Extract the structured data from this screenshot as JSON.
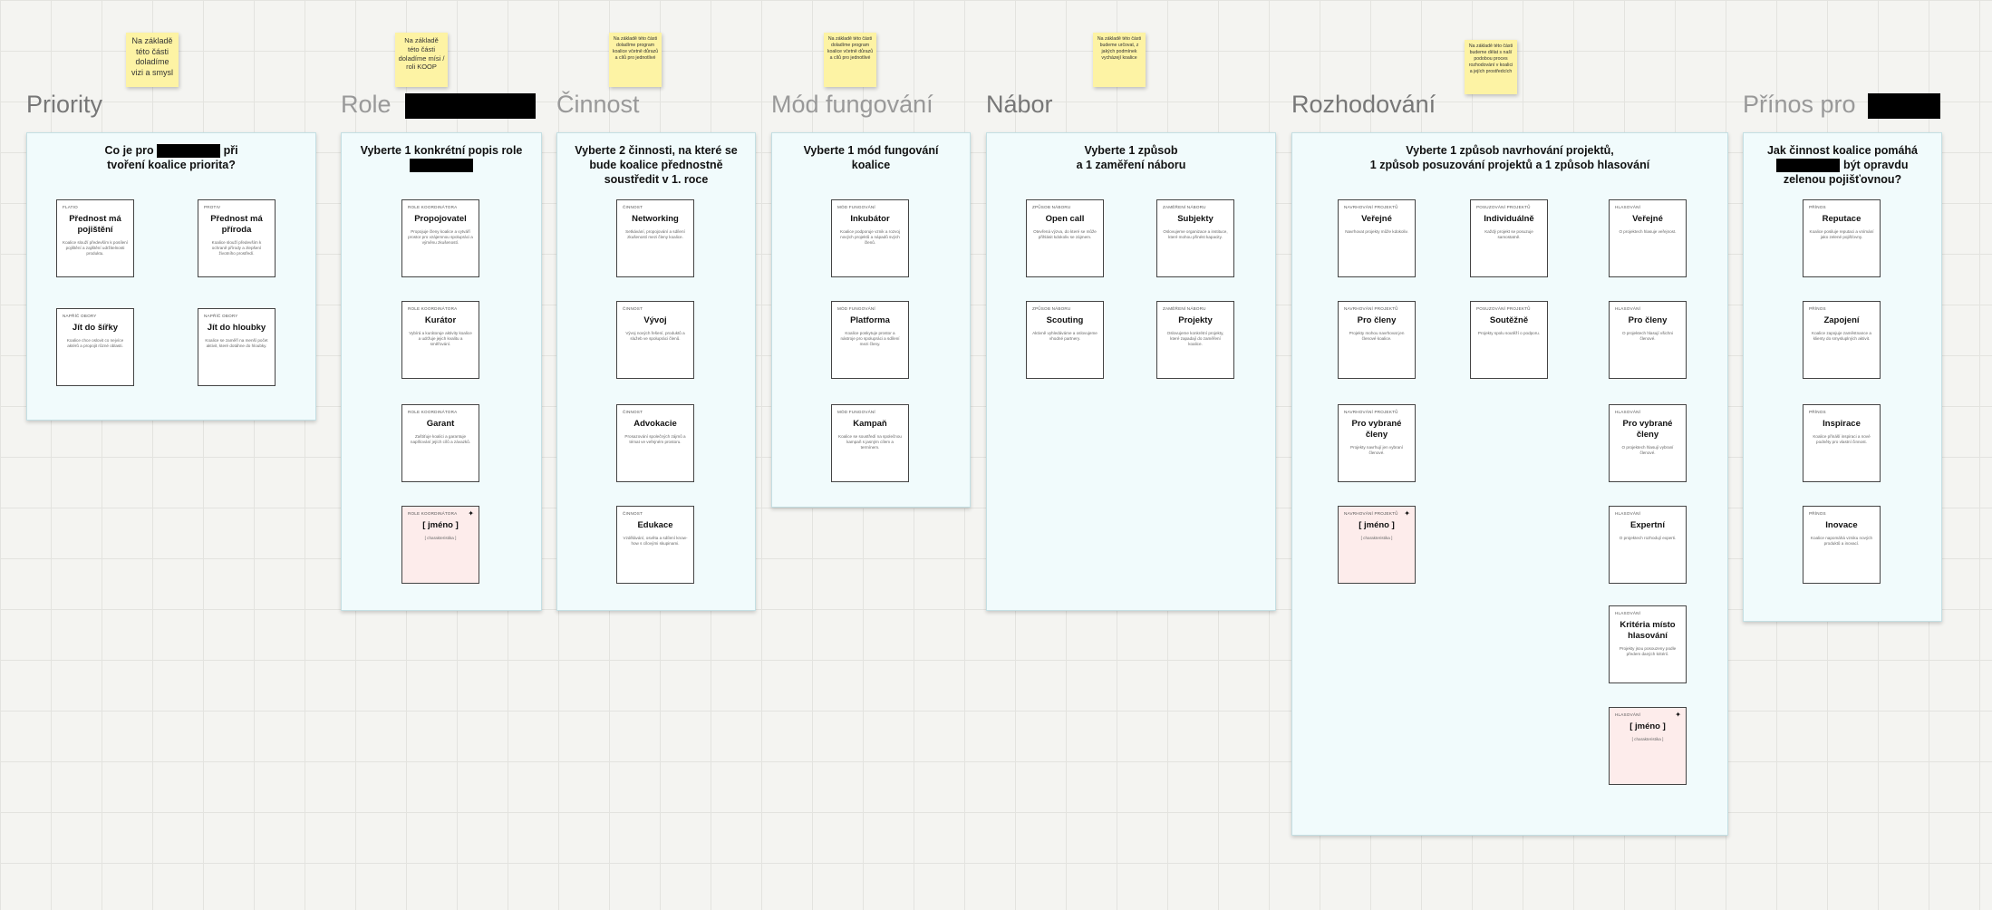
{
  "notes": [
    "Na základě této části doladíme vizi a smysl",
    "Na základě této části doladíme mísi / roli KOOP",
    "Na základě této části doladíme program koalice včetně důrazů a cílů pro jednotlivé",
    "Na základě této části doladíme program koalice včetně důrazů a cílů pro jednotlivé",
    "Na základě této části budeme určovat, z jakých podmínek vycházejí koalice",
    "Na základě této části budeme dělat s naší podobou proces rozhodování v koalici a jejích prostředcích"
  ],
  "columns": {
    "priority": {
      "label": "Priority",
      "title_before": "Co je pro",
      "title_after": "při",
      "title_line2": "tvoření koalice priorita?",
      "cards": [
        {
          "tag": "Flatio",
          "title": "Přednost má pojištění",
          "desc": "Koalice slouží především k posílení pojištění a zajištění udržitelnosti produktu."
        },
        {
          "tag": "Protiv",
          "title": "Přednost má příroda",
          "desc": "Koalice slouží především k ochraně přírody a zlepšení životního prostředí."
        },
        {
          "tag": "Napříč obory",
          "title": "Jít do šířky",
          "desc": "Koalice chce oslovit co nejvíce aktérů a propojit různé oblasti."
        },
        {
          "tag": "Napříč obory",
          "title": "Jít do hloubky",
          "desc": "Koalice se zaměří na menší počet aktivit, které dotáhne do hloubky."
        }
      ]
    },
    "role": {
      "label": "Role",
      "title_line1": "Vyberte 1 konkrétní popis role",
      "cards": [
        {
          "tag": "Role koordinátora",
          "title": "Propojovatel",
          "desc": "Propojuje členy koalice a vytváří prostor pro vzájemnou spolupráci a výměnu zkušeností."
        },
        {
          "tag": "Role koordinátora",
          "title": "Kurátor",
          "desc": "Vybírá a kurátoruje aktivity koalice a udržuje jejich kvalitu a směřování."
        },
        {
          "tag": "Role koordinátora",
          "title": "Garant",
          "desc": "Zaštiťuje koalici a garantuje naplňování jejích cílů a závazků."
        },
        {
          "tag": "Role koordinátora",
          "title": "[ jméno ]",
          "desc": "[ charakteristika ]"
        }
      ]
    },
    "cinnost": {
      "label": "Činnost",
      "title_line1": "Vyberte 2 činnosti, na které se",
      "title_line2": "bude koalice přednostně",
      "title_line3": "soustředit v 1. roce",
      "cards": [
        {
          "tag": "Činnost",
          "title": "Networking",
          "desc": "Setkávání, propojování a sdílení zkušeností mezi členy koalice."
        },
        {
          "tag": "Činnost",
          "title": "Vývoj",
          "desc": "Vývoj nových řešení, produktů a služeb ve spolupráci členů."
        },
        {
          "tag": "Činnost",
          "title": "Advokacie",
          "desc": "Prosazování společných zájmů a témat ve veřejném prostoru."
        },
        {
          "tag": "Činnost",
          "title": "Edukace",
          "desc": "Vzdělávání, osvěta a sdílení know-how s cílovými skupinami."
        }
      ]
    },
    "mod": {
      "label": "Mód fungování",
      "title_line1": "Vyberte 1 mód fungování",
      "title_line2": "koalice",
      "cards": [
        {
          "tag": "Mód fungování",
          "title": "Inkubátor",
          "desc": "Koalice podporuje vznik a rozvoj nových projektů a nápadů svých členů."
        },
        {
          "tag": "Mód fungování",
          "title": "Platforma",
          "desc": "Koalice poskytuje prostor a nástroje pro spolupráci a sdílení mezi členy."
        },
        {
          "tag": "Mód fungování",
          "title": "Kampaň",
          "desc": "Koalice se soustředí na společnou kampaň s jasným cílem a termínem."
        }
      ]
    },
    "nabor": {
      "label": "Nábor",
      "title_line1": "Vyberte 1 způsob",
      "title_line2": "a 1 zaměření náboru",
      "cards": [
        {
          "tag": "Způsob náboru",
          "title": "Open call",
          "desc": "Otevřená výzva, do které se může přihlásit kdokoliv se zájmem."
        },
        {
          "tag": "Zaměření náboru",
          "title": "Subjekty",
          "desc": "Oslovujeme organizace a instituce, které mohou přinést kapacity."
        },
        {
          "tag": "Způsob náboru",
          "title": "Scouting",
          "desc": "Aktivně vyhledáváme a oslovujeme vhodné partnery."
        },
        {
          "tag": "Zaměření náboru",
          "title": "Projekty",
          "desc": "Oslovujeme konkrétní projekty, které zapadají do zaměření koalice."
        }
      ]
    },
    "rozhodovani": {
      "label": "Rozhodování",
      "title_line1": "Vyberte 1 způsob navrhování projektů,",
      "title_line2": "1 způsob posuzování projektů a 1 způsob hlasování",
      "cards": [
        {
          "tag": "Navrhování projektů",
          "title": "Veřejné",
          "desc": "Navrhovat projekty může kdokoliv."
        },
        {
          "tag": "Posuzování projektů",
          "title": "Individuálně",
          "desc": "Každý projekt se posuzuje samostatně."
        },
        {
          "tag": "Hlasování",
          "title": "Veřejné",
          "desc": "O projektech hlasuje veřejnost."
        },
        {
          "tag": "Navrhování projektů",
          "title": "Pro členy",
          "desc": "Projekty mohou navrhovat jen členové koalice."
        },
        {
          "tag": "Posuzování projektů",
          "title": "Soutěžně",
          "desc": "Projekty spolu soutěží o podporu."
        },
        {
          "tag": "Hlasování",
          "title": "Pro členy",
          "desc": "O projektech hlasují všichni členové."
        },
        {
          "tag": "Navrhování projektů",
          "title": "Pro vybrané členy",
          "desc": "Projekty navrhují jen vybraní členové."
        },
        {
          "tag": "Hlasování",
          "title": "Pro vybrané členy",
          "desc": "O projektech hlasují vybraní členové."
        },
        {
          "tag": "Navrhování projektů",
          "title": "[ jméno ]",
          "desc": "[ charakteristika ]"
        },
        {
          "tag": "Hlasování",
          "title": "Expertní",
          "desc": "O projektech rozhodují experti."
        },
        {
          "tag": "Hlasování",
          "title": "Kritéria místo hlasování",
          "desc": "Projekty jsou posouzeny podle předem daných kritérií."
        },
        {
          "tag": "Hlasování",
          "title": "[ jméno ]",
          "desc": "[ charakteristika ]"
        }
      ]
    },
    "prinos": {
      "label": "Přínos pro",
      "title_line1": "Jak činnost koalice pomáhá",
      "title_after": "být opravdu",
      "title_line3": "zelenou pojišťovnou?",
      "cards": [
        {
          "tag": "Přínos",
          "title": "Reputace",
          "desc": "Koalice posiluje reputaci a vnímání jako zelené pojišťovny."
        },
        {
          "tag": "Přínos",
          "title": "Zapojení",
          "desc": "Koalice zapojuje zaměstnance a klienty do smysluplných aktivit."
        },
        {
          "tag": "Přínos",
          "title": "Inspirace",
          "desc": "Koalice přináší inspiraci a nové podněty pro vlastní činnost."
        },
        {
          "tag": "Přínos",
          "title": "Inovace",
          "desc": "Koalice napomáhá vzniku nových produktů a inovací."
        }
      ]
    }
  }
}
